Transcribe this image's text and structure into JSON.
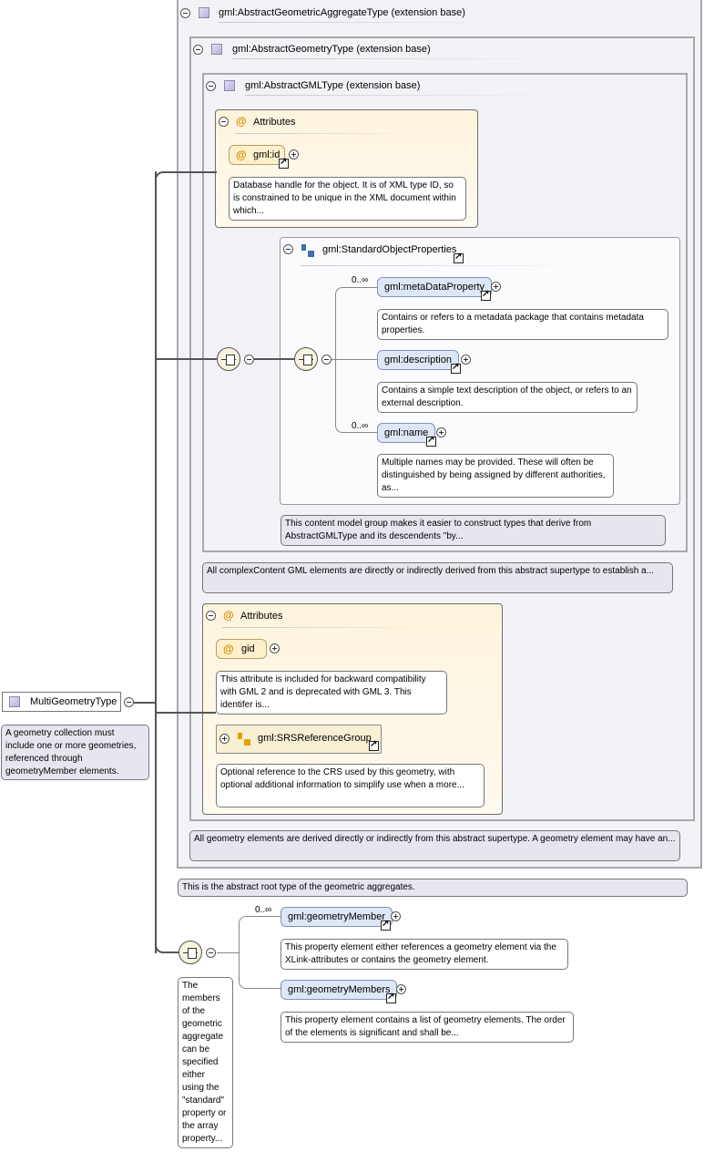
{
  "root": {
    "name": "MultiGeometryType",
    "doc": "A geometry collection must include one or more geometries, referenced through geometryMember elements."
  },
  "aggregate_type": {
    "title": "gml:AbstractGeometricAggregateType (extension base)",
    "doc": "This is the abstract root type of the geometric aggregates."
  },
  "geometry_type": {
    "title": "gml:AbstractGeometryType (extension base)",
    "doc": "All geometry elements are derived directly or indirectly from this abstract supertype. A geometry element may have an..."
  },
  "gml_type": {
    "title": "gml:AbstractGMLType (extension base)",
    "doc": "All complexContent GML elements are directly or indirectly derived from this abstract supertype to establish a..."
  },
  "attributes1": {
    "title": "Attributes",
    "attr_name": "gml:id",
    "attr_doc": "Database handle for the object. It is of XML type ID, so is constrained to be unique in the XML document within which..."
  },
  "standard_props": {
    "title": "gml:StandardObjectProperties",
    "doc": "This content model group makes it easier to construct types that derive from AbstractGMLType and its descendents \"by...",
    "elements": [
      {
        "name": "gml:metaDataProperty",
        "mult": "0..∞",
        "doc": "Contains or refers to a metadata package that contains metadata properties."
      },
      {
        "name": "gml:description",
        "mult": "",
        "doc": "Contains a simple text description of the object, or refers to an external description."
      },
      {
        "name": "gml:name",
        "mult": "0..∞",
        "doc": "Multiple names may be provided. These will often be distinguished by being assigned by different authorities, as..."
      }
    ]
  },
  "attributes2": {
    "title": "Attributes",
    "attr_name": "gid",
    "attr_doc": "This attribute is included for backward compatibility with GML 2 and is deprecated with GML 3. This identifer is...",
    "group_name": "gml:SRSReferenceGroup",
    "group_doc": "Optional reference to the CRS used by this geometry, with optional additional information to simplify use when a more..."
  },
  "members_seq": {
    "doc": "The members of the geometric aggregate can be specified either using the \"standard\" property or the array property...",
    "elements": [
      {
        "name": "gml:geometryMember",
        "mult": "0..∞",
        "doc": "This property element either references a geometry element via the XLink-attributes or contains the geometry element."
      },
      {
        "name": "gml:geometryMembers",
        "mult": "",
        "doc": "This property element contains a list of geometry elements. The order of the elements is significant and shall be..."
      }
    ]
  }
}
